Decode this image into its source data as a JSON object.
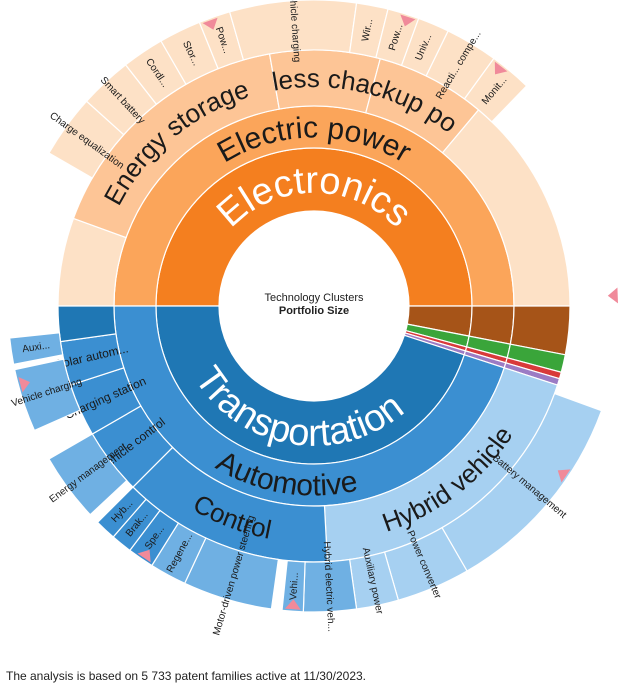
{
  "chart_data": {
    "type": "sunburst",
    "center_title": "Technology Clusters",
    "center_subtitle": "Portfolio Size",
    "footnote": "The analysis is based on 5 733 patent families active at 11/30/2023.",
    "colors": {
      "orange_dark": "#f47f1f",
      "orange_mid": "#fba55a",
      "orange_light": "#fdc596",
      "orange_pale": "#fde1c6",
      "blue_dark": "#1f77b4",
      "blue_mid": "#3b8fd1",
      "blue_light": "#6fb0e3",
      "blue_pale": "#a6d0f1",
      "brown": "#a65418",
      "green": "#3aa53a",
      "red": "#d83a3a",
      "purple": "#9b7bc4",
      "pink_marker": "#f08a9a"
    },
    "rings": [
      [
        {
          "label": "Electronics",
          "start": -90,
          "end": 90,
          "color": "orange_dark"
        },
        {
          "label": "",
          "start": 90,
          "end": 101,
          "color": "brown"
        },
        {
          "label": "",
          "start": 101,
          "end": 105,
          "color": "green"
        },
        {
          "label": "",
          "start": 105,
          "end": 106.5,
          "color": "red"
        },
        {
          "label": "",
          "start": 106.5,
          "end": 108,
          "color": "purple"
        },
        {
          "label": "Transportation",
          "start": 108,
          "end": 270,
          "color": "blue_dark"
        }
      ],
      [
        {
          "label": "Electric power",
          "start": -90,
          "end": 90,
          "color": "orange_mid"
        },
        {
          "label": "",
          "start": 90,
          "end": 101,
          "color": "brown"
        },
        {
          "label": "",
          "start": 101,
          "end": 105,
          "color": "green"
        },
        {
          "label": "",
          "start": 105,
          "end": 106.5,
          "color": "red"
        },
        {
          "label": "",
          "start": 106.5,
          "end": 108,
          "color": "purple"
        },
        {
          "label": "Automotive",
          "start": 108,
          "end": 270,
          "color": "blue_mid"
        }
      ],
      [
        {
          "label": "",
          "start": -90,
          "end": -70,
          "color": "orange_pale"
        },
        {
          "label": "Energy storage",
          "start": -70,
          "end": -10,
          "color": "orange_light"
        },
        {
          "label": "Wireless charging",
          "start": -10,
          "end": 15,
          "color": "orange_light"
        },
        {
          "label": "Backup power",
          "start": 15,
          "end": 40,
          "color": "orange_light"
        },
        {
          "label": "",
          "start": 40,
          "end": 90,
          "color": "orange_pale"
        },
        {
          "label": "",
          "start": 90,
          "end": 101,
          "color": "brown"
        },
        {
          "label": "",
          "start": 101,
          "end": 105,
          "color": "green"
        },
        {
          "label": "",
          "start": 105,
          "end": 106.5,
          "color": "red"
        },
        {
          "label": "",
          "start": 106.5,
          "end": 108,
          "color": "purple"
        },
        {
          "label": "Hybrid vehicle",
          "start": 108,
          "end": 177,
          "color": "blue_pale"
        },
        {
          "label": "Control",
          "start": 177,
          "end": 225,
          "color": "blue_mid"
        },
        {
          "label": "Vehicle control",
          "start": 225,
          "end": 240,
          "color": "blue_mid"
        },
        {
          "label": "Charging station",
          "start": 240,
          "end": 252,
          "color": "blue_mid"
        },
        {
          "label": "Solar autom...",
          "start": 252,
          "end": 262,
          "color": "blue_mid"
        },
        {
          "label": "",
          "start": 262,
          "end": 270,
          "color": "blue_dark"
        }
      ],
      [
        {
          "label": "Charge equalization",
          "start": -60,
          "end": -48,
          "color": "orange_pale"
        },
        {
          "label": "Smart battery",
          "start": -48,
          "end": -38,
          "color": "orange_pale"
        },
        {
          "label": "Cordl...",
          "start": -38,
          "end": -30,
          "color": "orange_pale"
        },
        {
          "label": "Stor...",
          "start": -30,
          "end": -22,
          "color": "orange_pale"
        },
        {
          "label": "Pow...",
          "start": -22,
          "end": -16,
          "color": "orange_pale"
        },
        {
          "label": "Vehicle charging",
          "start": -16,
          "end": 8,
          "color": "orange_pale"
        },
        {
          "label": "Wir...",
          "start": 8,
          "end": 14,
          "color": "orange_pale"
        },
        {
          "label": "Pow...",
          "start": 14,
          "end": 20,
          "color": "orange_pale"
        },
        {
          "label": "Univ...",
          "start": 20,
          "end": 26,
          "color": "orange_pale"
        },
        {
          "label": "Reacti... compe...",
          "start": 26,
          "end": 36,
          "color": "orange_pale"
        },
        {
          "label": "Monit...",
          "start": 36,
          "end": 44,
          "color": "orange_pale"
        },
        {
          "label": "Battery management",
          "start": 110,
          "end": 150,
          "color": "blue_pale"
        },
        {
          "label": "Power converter",
          "start": 150,
          "end": 164,
          "color": "blue_pale"
        },
        {
          "label": "Auxiliary power",
          "start": 164,
          "end": 172,
          "color": "blue_pale"
        },
        {
          "label": "Hybrid electric veh...",
          "start": 172,
          "end": 182,
          "color": "blue_light"
        },
        {
          "label": "Vehi...",
          "start": 182,
          "end": 186,
          "color": "blue_light"
        },
        {
          "label": "Motor-driven power steering",
          "start": 188,
          "end": 205,
          "color": "blue_light"
        },
        {
          "label": "Regene...",
          "start": 205,
          "end": 212,
          "color": "blue_light"
        },
        {
          "label": "Spe...",
          "start": 212,
          "end": 217,
          "color": "blue_mid"
        },
        {
          "label": "Brak...",
          "start": 217,
          "end": 221,
          "color": "blue_mid"
        },
        {
          "label": "Hyb...",
          "start": 221,
          "end": 225,
          "color": "blue_mid"
        },
        {
          "label": "Energy management",
          "start": 227,
          "end": 240,
          "color": "blue_light"
        },
        {
          "label": "Vehicle charging",
          "start": 246,
          "end": 258,
          "color": "blue_light"
        },
        {
          "label": "Auxi...",
          "start": 259,
          "end": 264,
          "color": "blue_light"
        }
      ]
    ]
  }
}
